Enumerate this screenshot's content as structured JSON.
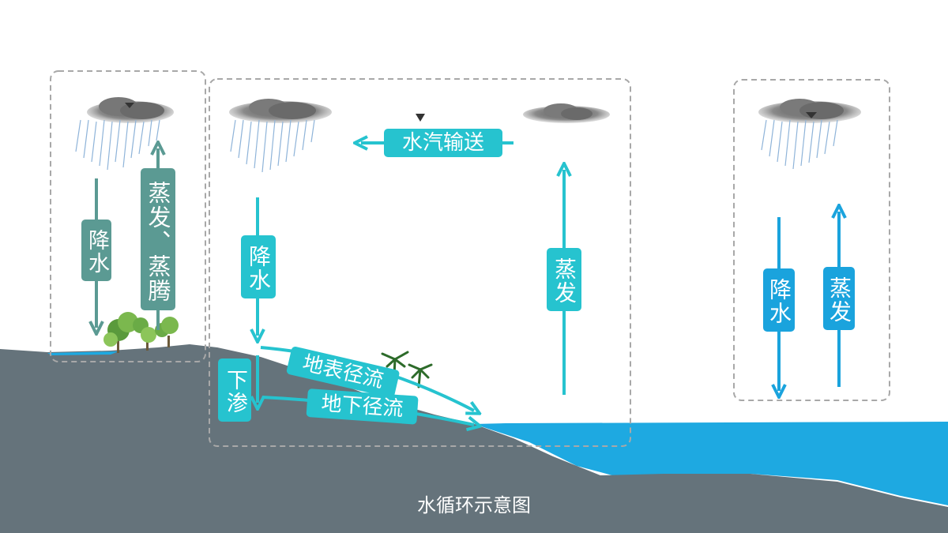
{
  "title": "水循环示意图",
  "colors": {
    "land": "#65737b",
    "sea": "#1ea9e1",
    "teal_dark": "#5b9a93",
    "teal_light": "#26c3cf",
    "blue": "#1aa3dd",
    "frame": "#a8a8a8"
  },
  "left_cycle": {
    "precip": "降水",
    "evapo": "蒸发、蒸腾"
  },
  "mid_cycle": {
    "vapor_transport": "水汽输送",
    "precip": "降水",
    "evap": "蒸发",
    "infiltration": "下渗",
    "surface_runoff": "地表径流",
    "ground_runoff": "地下径流"
  },
  "right_cycle": {
    "precip": "降水",
    "evap": "蒸发"
  },
  "icons": [
    "cloud-icon",
    "rain-icon",
    "tree-icon",
    "palm-tree-icon",
    "pointer-triangle-icon"
  ]
}
